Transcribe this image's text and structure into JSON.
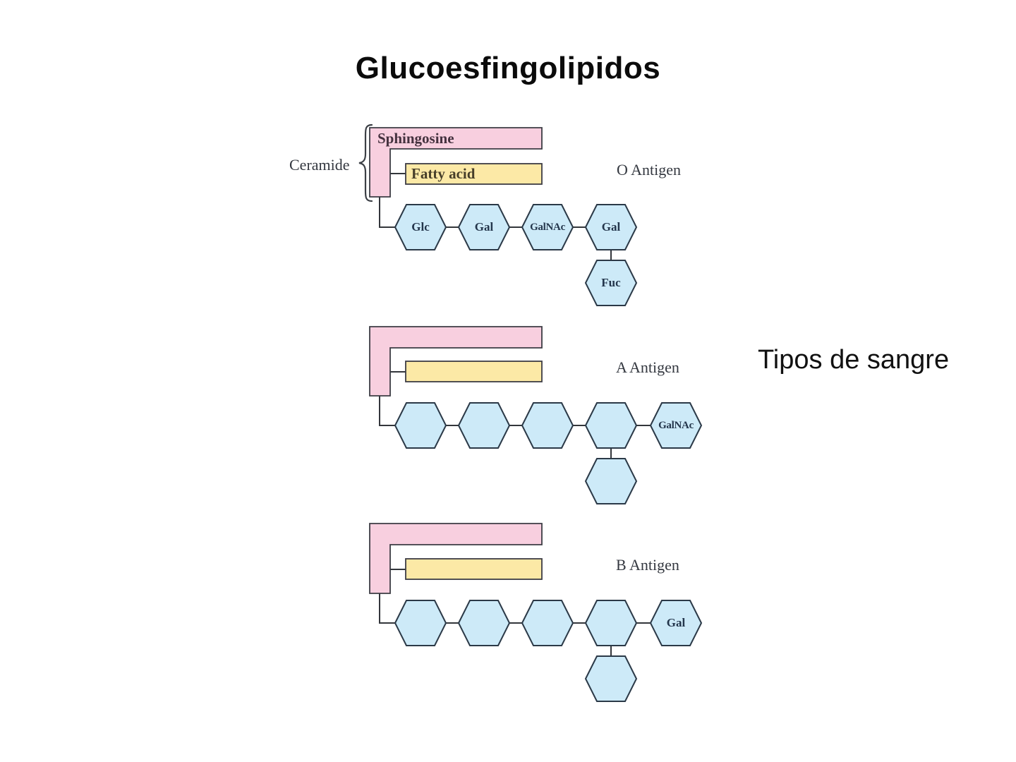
{
  "title": "Glucoesfingolipidos",
  "side_note": "Tipos de sangre",
  "diagram": {
    "ceramide_label": "Ceramide",
    "antigens": [
      {
        "name": "O Antigen",
        "sphingosine_label": "Sphingosine",
        "fatty_acid_label": "Fatty acid",
        "chain": [
          "Glc",
          "Gal",
          "GalNAc",
          "Gal"
        ],
        "branch_label": "Fuc",
        "terminal_label": ""
      },
      {
        "name": "A Antigen",
        "sphingosine_label": "",
        "fatty_acid_label": "",
        "chain": [
          "",
          "",
          "",
          ""
        ],
        "branch_label": "",
        "terminal_label": "GalNAc"
      },
      {
        "name": "B Antigen",
        "sphingosine_label": "",
        "fatty_acid_label": "",
        "chain": [
          "",
          "",
          "",
          ""
        ],
        "branch_label": "",
        "terminal_label": "Gal"
      }
    ],
    "colors": {
      "sphingosine_fill": "#f8cfdf",
      "fatty_acid_fill": "#fce9a6",
      "sugar_fill": "#cdeaf8",
      "outline": "#3c3c44"
    }
  }
}
